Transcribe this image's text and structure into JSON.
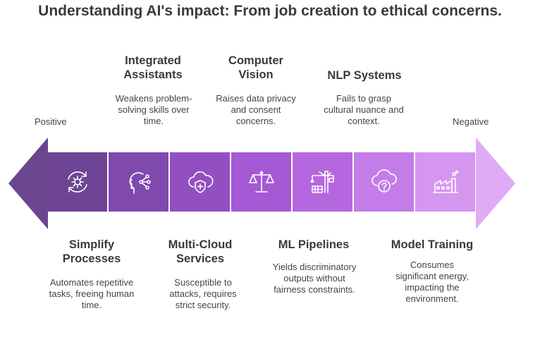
{
  "title": "Understanding AI's impact: From job creation to ethical concerns.",
  "labels": {
    "positive": "Positive",
    "negative": "Negative"
  },
  "colors": {
    "seg1": "#6e4594",
    "seg2": "#7f49ad",
    "seg3": "#934fc2",
    "seg4": "#a659d4",
    "seg5": "#b567e0",
    "seg6": "#c47ce9",
    "seg7": "#d596ef",
    "left_arrow": "#6b4590",
    "right_arrow": "#e0abf5"
  },
  "items": [
    {
      "name": "Simplify Processes",
      "title_line1": "Simplify",
      "title_line2": "Processes",
      "desc_line1": "Automates repetitive",
      "desc_line2": "tasks, freeing human",
      "desc_line3": "time.",
      "icon": "gear-refresh-icon"
    },
    {
      "name": "Integrated Assistants",
      "title_line1": "Integrated",
      "title_line2": "Assistants",
      "desc_line1": "Weakens problem-",
      "desc_line2": "solving skills over",
      "desc_line3": "time.",
      "icon": "head-network-icon"
    },
    {
      "name": "Multi-Cloud Services",
      "title_line1": "Multi-Cloud",
      "title_line2": "Services",
      "desc_line1": "Susceptible to",
      "desc_line2": "attacks, requires",
      "desc_line3": "strict security.",
      "icon": "cloud-shield-icon"
    },
    {
      "name": "Computer Vision",
      "title_line1": "Computer",
      "title_line2": "Vision",
      "desc_line1": "Raises data privacy",
      "desc_line2": "and consent",
      "desc_line3": "concerns.",
      "icon": "balance-scale-icon"
    },
    {
      "name": "ML Pipelines",
      "title_line1": "ML Pipelines",
      "title_line2": "",
      "desc_line1": "Yields discriminatory",
      "desc_line2": "outputs without",
      "desc_line3": "fairness constraints.",
      "icon": "crane-icon"
    },
    {
      "name": "NLP Systems",
      "title_line1": "NLP Systems",
      "title_line2": "",
      "desc_line1": "Fails to grasp",
      "desc_line2": "cultural nuance and",
      "desc_line3": "context.",
      "icon": "cloud-question-icon"
    },
    {
      "name": "Model Training",
      "title_line1": "Model Training",
      "title_line2": "",
      "desc_line1": "Consumes",
      "desc_line2": "significant energy,",
      "desc_line3": "impacting the",
      "desc_line4": "environment.",
      "icon": "factory-icon"
    }
  ]
}
